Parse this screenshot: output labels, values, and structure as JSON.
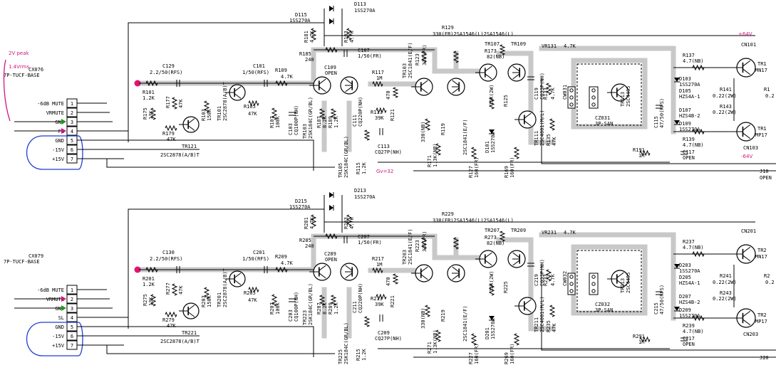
{
  "annotations": {
    "peak": "2V peak",
    "rms": "1.4Vrms",
    "gain": "Gv=32",
    "v_plus": "+64V",
    "v_minus": "-64V"
  },
  "colors": {
    "handwriting": "#d0167e",
    "supply_circle": "#1f3fd0",
    "input_arrow_gnd": "#1a9a1a",
    "input_arrow_signal": "#d0167e",
    "node_dot": "#e0156e"
  },
  "channels": [
    {
      "connector": "CX076",
      "connector_type": "7P-TUCF-BASE",
      "pins": [
        "-6dB MUTE",
        "VRMUTE",
        "GND",
        "FL",
        "GND",
        "-15V",
        "+15V"
      ],
      "pin_numbers": [
        "1",
        "2",
        "3",
        "4",
        "5",
        "6",
        "7"
      ],
      "labels": {
        "d115": "D115",
        "d115v": "1SS270A",
        "d113": "D113",
        "d113v": "1SS270A",
        "r129": "R129",
        "r181": "R181",
        "r181v": "4.7K",
        "r193": "R193",
        "r193v": "4.7K",
        "r185": "R185",
        "r185v": "240",
        "c107": "C107",
        "c107v": "1/50(FR)",
        "c109": "C109",
        "c109v": "OPEN",
        "c111": "C111",
        "c111v": "CQ220P(NH)",
        "c129": "C129",
        "c129v": "2.2/50(RFS)",
        "c101": "C101",
        "c101v": "1/50(RFS)",
        "r109": "R109",
        "r109v": "4.7K",
        "r101": "R101",
        "r101v": "1.2K",
        "r175": "R175",
        "r175v": "13K",
        "r177": "R177",
        "r177v": "47K",
        "r179": "R179",
        "r179v": "47K",
        "r103": "R103",
        "r103v": "150K",
        "tr101": "TR101",
        "tr101v": "2SC2878(A/B)T",
        "r105": "R105",
        "r105v": "47K",
        "r107": "R107",
        "r107v": "100K",
        "c103": "C103",
        "c103v": "CQ100P(NH)",
        "tr103": "TR103",
        "tr103v": "2SK184C(GR/BL)",
        "r187": "R187",
        "r187v": "8.2K",
        "r189": "R189",
        "r189v": "1.2K",
        "tr105": "TR105",
        "tr105v": "2SK184C(GR/BL)",
        "r115": "R115",
        "r115v": "1.2K",
        "r117": "R117",
        "r117v": "1M",
        "r113": "R113",
        "r113v": "39K",
        "c113": "C113",
        "c113v": "CQ27P(NH)",
        "tr121": "TR121",
        "tr121v": "2SC2878(A/B)T",
        "r121": "R121",
        "r121v": "470",
        "tr1034": "TR103",
        "tr1034v": "2SC1841(E/F)",
        "r123": "R123",
        "r123v": "330(FR)",
        "r171": "R171",
        "r171v": "1.3K(NB)",
        "r119": "R119",
        "r119v": "330(NB)",
        "pair": "330(FR)2SA1546(L)2SA1546(L)",
        "tr107": "TR107",
        "tr109": "TR109",
        "r173": "R173",
        "r173v": "82(NB)",
        "vr131": "VR131",
        "vr131v": "4.7K",
        "r125": "R125",
        "r125v": "15K(2W)",
        "d101": "D101",
        "d101v": "1SS270A",
        "c119": "C119",
        "c119v": "CQ33P(NH)",
        "r127": "R127",
        "r127v": "160(FR)",
        "r169": "R169",
        "r169v": "160(FR)",
        "tr111": "TR111",
        "tr111v": "2SC4001(M/L)",
        "r133": "R133",
        "r133v": "4.7K",
        "r135": "R135",
        "r135v": "47K",
        "cw031": "CW031",
        "tr113": "TR113",
        "tr113v": "2SC4495",
        "cz": "CZ031",
        "czv": "3P-SAN",
        "c115": "C115",
        "c115v": "47/50(RFS)",
        "r137": "R137",
        "r137v": "4.7(NB)",
        "d103": "D103",
        "d103v": "1SS270A",
        "d105": "D105",
        "d105v": "HZS4A-1",
        "r141": "R141",
        "r141v": "0.22(2W)",
        "r143": "R143",
        "r143v": "0.22(2W)",
        "d107": "D107",
        "d107v": "HZS4B-2",
        "d109": "D109",
        "d109v": "1SS270A",
        "r139": "R139",
        "r139v": "4.7(NB)",
        "c117": "C117",
        "c117v": "OPEN",
        "r191": "R191",
        "r191v": "1M",
        "cn_top": "CN101",
        "cn_bot": "CN103",
        "q_top": "TR1",
        "q_top_v": "MN17",
        "q_bot": "TR1",
        "q_bot_v": "MP17",
        "jack": "J10",
        "jack_v": "OPEN",
        "r1x": "R1",
        "r1x2": "0.2"
      }
    },
    {
      "connector": "CX079",
      "connector_type": "7P-TUCF-BASE",
      "pins": [
        "-6dB MUTE",
        "VRMUTE",
        "GND",
        "SL",
        "GND",
        "-15V",
        "+15V"
      ],
      "pin_numbers": [
        "1",
        "2",
        "3",
        "4",
        "5",
        "6",
        "7"
      ],
      "labels": {
        "d115": "D215",
        "d115v": "1SS270A",
        "d113": "D213",
        "d113v": "1SS270A",
        "r129": "R229",
        "r181": "R281",
        "r181v": "4.7K",
        "r193": "R283",
        "r193v": "4.7K",
        "r185": "R285",
        "r185v": "240",
        "c107": "C207",
        "c107v": "1/50(FR)",
        "c109": "C289",
        "c109v": "OPEN",
        "c111": "C211",
        "c111v": "CQ220P(NH)",
        "c129": "C130",
        "c129v": "2.2/50(RFS)",
        "c101": "C201",
        "c101v": "1/50(RFS)",
        "r109": "R209",
        "r109v": "4.7K",
        "r101": "R201",
        "r101v": "1.2K",
        "r175": "R275",
        "r175v": "13K",
        "r177": "R277",
        "r177v": "47K",
        "r179": "R279",
        "r179v": "47K",
        "r103": "R203",
        "r103v": "150K",
        "tr101": "TR201",
        "tr101v": "2SC2878(A/B)T",
        "r105": "R205",
        "r105v": "47K",
        "r107": "R207",
        "r107v": "100K",
        "c103": "C203",
        "c103v": "CQ100P(NH)",
        "tr103": "TR223",
        "tr103v": "2SK184C(GR/BL)",
        "r187": "R287",
        "r187v": "8.2K",
        "r189": "R289",
        "r189v": "1.2K",
        "tr105": "TR225",
        "tr105v": "2SK184C(GR/BL)",
        "r115": "R215",
        "r115v": "1.2K",
        "r117": "R217",
        "r117v": "1M",
        "r113": "R213",
        "r113v": "39K",
        "c113": "C209",
        "c113v": "CQ27P(NH)",
        "tr121": "TR221",
        "tr121v": "2SC2878(A/B)T",
        "r121": "R221",
        "r121v": "470",
        "tr1034": "TR203",
        "tr1034v": "2SC1841(E/F)",
        "r123": "R223",
        "r123v": "330(FR)",
        "r171": "R271",
        "r171v": "1.3K(NB)",
        "r119": "R219",
        "r119v": "330(NB)",
        "pair": "330(FR)2SA1546(L)2SA1546(L)",
        "tr107": "TR207",
        "tr109": "TR209",
        "r173": "R273",
        "r173v": "82(NB)",
        "vr131": "VR231",
        "vr131v": "4.7K",
        "r125": "R225",
        "r125v": "15K(2W)",
        "d101": "D201",
        "d101v": "1SS270A",
        "c119": "C219",
        "c119v": "CQ33P(NH)",
        "r127": "R227",
        "r127v": "160(FR)",
        "r169": "R269",
        "r169v": "160(FR)",
        "tr111": "TR211",
        "tr111v": "2SC4001(M/L)",
        "r133": "R233",
        "r133v": "4.7K",
        "r135": "R235",
        "r135v": "47K",
        "cw031": "CW032",
        "tr113": "TR213",
        "tr113v": "2SC4495",
        "cz": "CZ032",
        "czv": "3P-SAN",
        "c115": "C215",
        "c115v": "47/50(RFS)",
        "r137": "R237",
        "r137v": "4.7(NB)",
        "d103": "D203",
        "d103v": "1SS270A",
        "d105": "D205",
        "d105v": "HZS4A-1",
        "r141": "R241",
        "r141v": "0.22(2W)",
        "r143": "R243",
        "r143v": "0.22(2W)",
        "d107": "D207",
        "d107v": "HZS4B-2",
        "d109": "D209",
        "d109v": "1SS270A",
        "r139": "R239",
        "r139v": "4.7(NB)",
        "c117": "C217",
        "c117v": "OPEN",
        "r191": "R291",
        "r191v": "1M",
        "cn_top": "CN201",
        "cn_bot": "CN203",
        "q_top": "TR2",
        "q_top_v": "MN17",
        "q_bot": "TR2",
        "q_bot_v": "MP17",
        "jack": "J20",
        "jack_v": "",
        "r1x": "R2",
        "r1x2": "0.2"
      }
    }
  ]
}
